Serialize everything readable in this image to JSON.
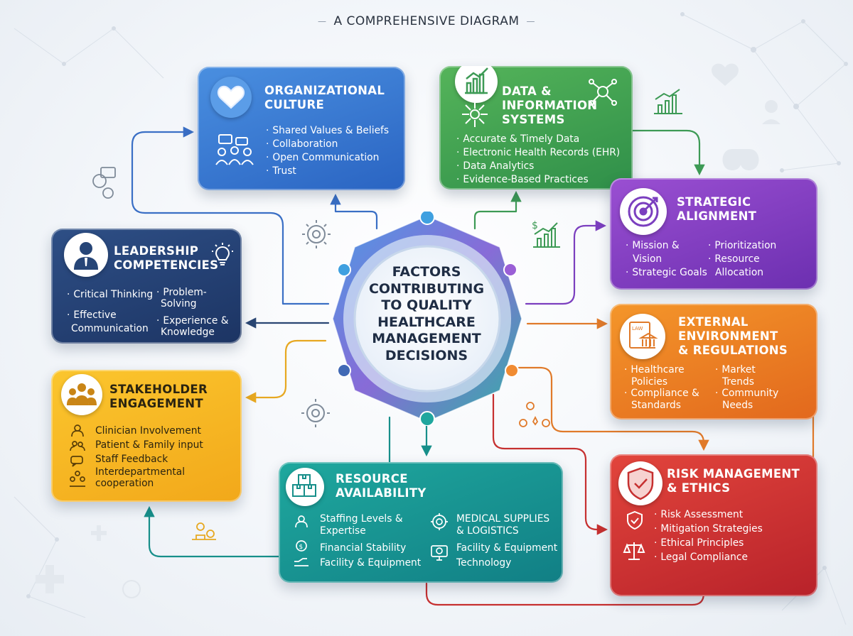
{
  "title": "A COMPREHENSIVE DIAGRAM",
  "hub": {
    "lines": [
      "FACTORS",
      "CONTRIBUTING",
      "TO QUALITY",
      "HEALTHCARE",
      "MANAGEMENT",
      "DECISIONS"
    ]
  },
  "cards": {
    "culture": {
      "title_lines": [
        "ORGANIZATIONAL",
        "CULTURE"
      ],
      "items": [
        "Shared Values & Beliefs",
        "Collaboration",
        "Open Communication",
        "Trust"
      ],
      "icon": "heart-icon",
      "color": "#3a7bd5"
    },
    "data": {
      "title_lines": [
        "DATA &",
        "INFORMATION",
        "SYSTEMS"
      ],
      "items": [
        "Accurate & Timely Data",
        "Electronic Health Records (EHR)",
        "Data Analytics",
        "Evidence-Based Practices"
      ],
      "icon": "bar-chart-icon",
      "color": "#43a351"
    },
    "strategic": {
      "title_lines": [
        "STRATEGIC",
        "ALIGNMENT"
      ],
      "items_left": [
        "Mission &",
        "Vision",
        "Strategic Goals"
      ],
      "items_right": [
        "Prioritization",
        "Resource",
        "Allocation"
      ],
      "icon": "target-icon",
      "color": "#8540c4"
    },
    "external": {
      "title_lines": [
        "EXTERNAL",
        "ENVIRONMENT",
        "& REGULATIONS"
      ],
      "items_left": [
        "Healthcare",
        "Policies",
        "Compliance &",
        "Standards"
      ],
      "items_right": [
        "Market",
        "Trends",
        "Community",
        "Needs"
      ],
      "icon": "law-building-icon",
      "badge_text": "LAW",
      "color": "#ee7f22"
    },
    "risk": {
      "title_lines": [
        "RISK MANAGEMENT",
        "& ETHICS"
      ],
      "items": [
        "Risk Assessment",
        "Mitigation Strategies",
        "Ethical Principles",
        "Legal Compliance"
      ],
      "icon": "shield-check-icon",
      "color": "#d13831"
    },
    "leadership": {
      "title_lines": [
        "LEADERSHIP",
        "COMPETENCIES"
      ],
      "items_left": [
        "Critical Thinking",
        "",
        "Effective",
        "Communication"
      ],
      "items_right": [
        "Problem-",
        "Solving",
        "Experience &",
        "Knowledge"
      ],
      "icon": "businessman-icon",
      "color": "#264577"
    },
    "stakeholder": {
      "title_lines": [
        "STAKEHOLDER",
        "ENGAGEMENT"
      ],
      "items": [
        "Clinician Involvement",
        "Patient & Family input",
        "Staff Feedback",
        "Interdepartmental",
        "cooperation"
      ],
      "icon": "group-icon",
      "color": "#f7b925"
    },
    "resource": {
      "title_lines": [
        "RESOURCE",
        "AVAILABILITY"
      ],
      "items_left": [
        "Staffing Levels &",
        "Expertise",
        "Financial Stability",
        "Facility & Equipment"
      ],
      "items_right": [
        "MEDICAL SUPPLIES",
        "& LOGISTICS",
        "Facility & Equipment",
        "Technology"
      ],
      "icon": "boxes-icon",
      "color": "#179590"
    }
  }
}
